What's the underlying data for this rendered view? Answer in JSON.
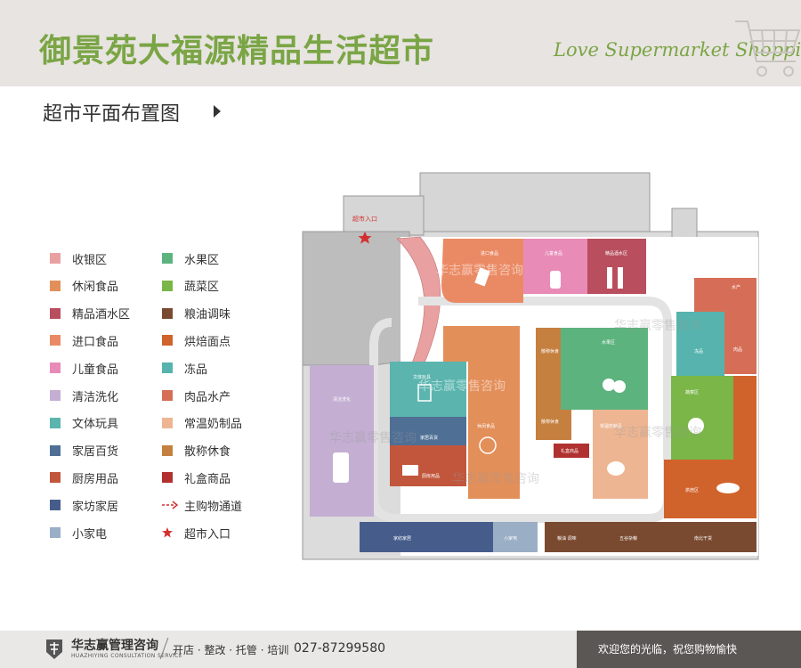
{
  "header": {
    "title": "御景苑大福源精品生活超市",
    "slogan": "Love Supermarket Shopping"
  },
  "subtitle": "超市平面布置图",
  "legend": [
    {
      "label": "收银区",
      "color": "#e9a0a1"
    },
    {
      "label": "休闲食品",
      "color": "#e38f5a"
    },
    {
      "label": "精品酒水区",
      "color": "#b84e5e"
    },
    {
      "label": "进口食品",
      "color": "#ea8a64"
    },
    {
      "label": "儿童食品",
      "color": "#e88bb7"
    },
    {
      "label": "清洁洗化",
      "color": "#c4aed2"
    },
    {
      "label": "文体玩具",
      "color": "#5bb5ae"
    },
    {
      "label": "家居百货",
      "color": "#4f6f95"
    },
    {
      "label": "厨房用品",
      "color": "#c2563c"
    },
    {
      "label": "家坊家居",
      "color": "#465d8c"
    },
    {
      "label": "小家电",
      "color": "#9aaec5"
    },
    {
      "label": "水果区",
      "color": "#5db37e"
    },
    {
      "label": "蔬菜区",
      "color": "#7ab648"
    },
    {
      "label": "粮油调味",
      "color": "#7a4a30"
    },
    {
      "label": "烘焙面点",
      "color": "#d0632c"
    },
    {
      "label": "冻品",
      "color": "#56b3ad"
    },
    {
      "label": "肉品水产",
      "color": "#d66e57"
    },
    {
      "label": "常温奶制品",
      "color": "#edb592"
    },
    {
      "label": "散称休食",
      "color": "#c5803f"
    },
    {
      "label": "礼盒商品",
      "color": "#b0312f"
    },
    {
      "label": "主购物通道",
      "color": "#d32f2f"
    },
    {
      "label": "超市入口",
      "color": "#d32f2f"
    }
  ],
  "map": {
    "entrance_label": "超市入口",
    "watermark": "华志赢零售咨询",
    "labels": {
      "imported": "进口食品",
      "kids": "儿童食品",
      "wine": "精品酒水区",
      "stationery": "文体玩具",
      "household": "家居百货",
      "kitchen": "厨房用品",
      "snacks": "休闲食品",
      "bulk1": "散称休食",
      "fruit": "水果区",
      "bulk2": "散称休食",
      "gift": "礼盒商品",
      "dairy": "常温奶制品",
      "seafood": "水产",
      "meat": "肉品",
      "frozen": "冻品",
      "vegetable": "蔬菜区",
      "bakery": "烘焙区",
      "homestyle": "家纺家居",
      "appliance": "小家电",
      "grain": "粮油 调味",
      "fivegrain": "五谷杂粮",
      "dried": "南北干货",
      "cleaning": "清洁洗化"
    }
  },
  "footer": {
    "brand": "华志赢管理咨询",
    "brand_en": "HUAZHIYING CONSULTATION SERVICE",
    "services": "开店 · 整改 · 托管 · 培训",
    "phone": "027-87299580",
    "welcome": "欢迎您的光临，祝您购物愉快"
  }
}
